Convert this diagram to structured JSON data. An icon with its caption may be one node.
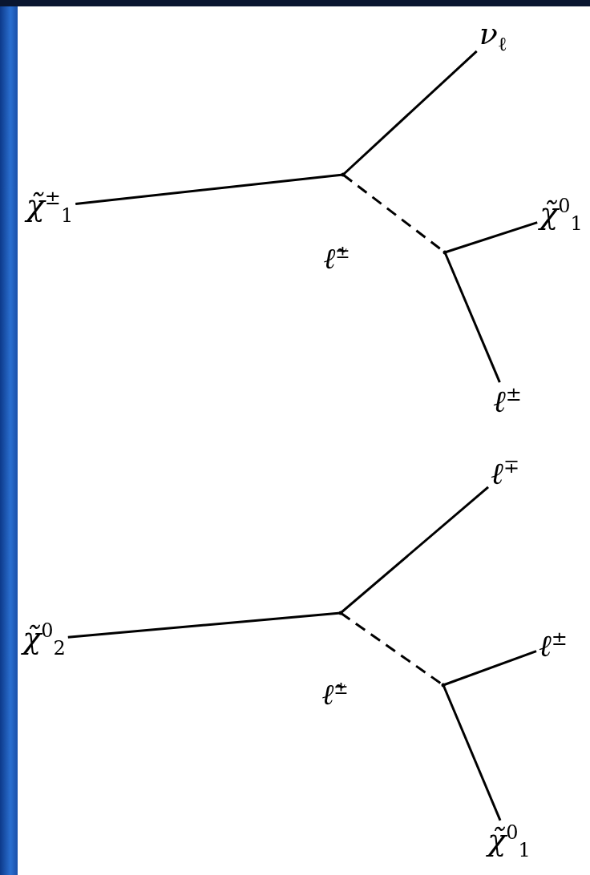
{
  "diagram": {
    "nodes": [
      {
        "text": [
          "ν$_{ℓ}$"
        ]
      },
      {
        "text": [
          "χ̃$^{±}$$_{1}$"
        ]
      },
      {
        "text": [],
        "shape": "dot"
      },
      {
        "text": [
          "χ̃$^{0}$$_{1}$"
        ]
      },
      {
        "text": [],
        "shape": "dot"
      },
      {
        "text": [
          "ℓ$^{±}$"
        ]
      },
      {
        "text": [
          "ℓ$^{∓}$"
        ]
      },
      {
        "text": [
          "χ̃$^{0}$$_{2}$"
        ]
      },
      {
        "text": [],
        "shape": "dot"
      },
      {
        "text": [
          "ℓ$^{±}$"
        ]
      },
      {
        "text": [],
        "shape": "dot"
      },
      {
        "text": [
          "χ̃$^{0}$$_{1}$"
        ]
      }
    ],
    "edges": [
      {
        "from": 1,
        "to": 2,
        "arrow": "none"
      },
      {
        "from": 2,
        "to": 0,
        "arrow": "none"
      },
      {
        "from": 2,
        "to": 4,
        "arrow": "none",
        "style": "dashed",
        "label": "ℓ̃$^{±}$"
      },
      {
        "from": 4,
        "to": 3,
        "arrow": "none"
      },
      {
        "from": 4,
        "to": 5,
        "arrow": "none"
      },
      {
        "from": 7,
        "to": 8,
        "arrow": "none"
      },
      {
        "from": 8,
        "to": 6,
        "arrow": "none"
      },
      {
        "from": 8,
        "to": 10,
        "arrow": "none",
        "style": "dashed",
        "label": "ℓ̃$^{±}$"
      },
      {
        "from": 10,
        "to": 9,
        "arrow": "none"
      },
      {
        "from": 10,
        "to": 11,
        "arrow": "none"
      }
    ]
  }
}
